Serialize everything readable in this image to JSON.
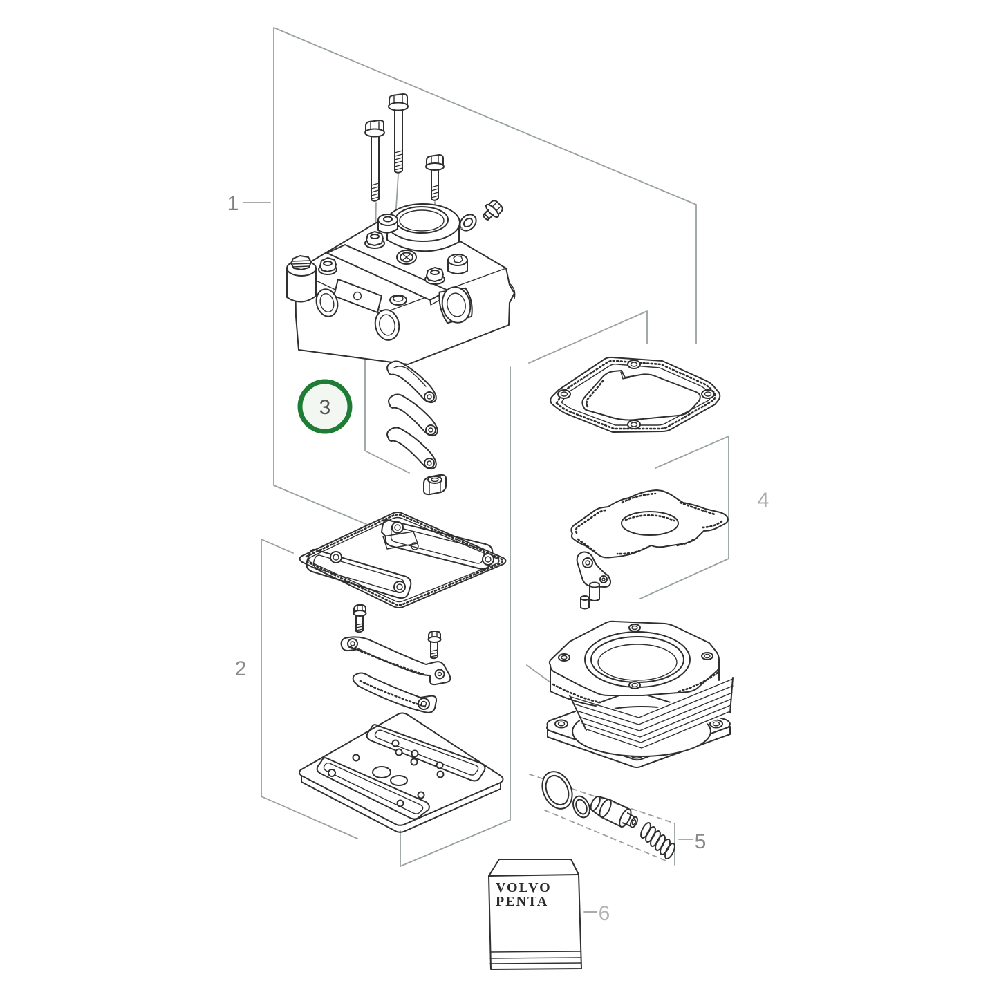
{
  "figure": {
    "type": "exploded-parts-diagram",
    "subject": "compressor-cylinder-head-assembly",
    "background": "#ffffff",
    "line_color": "#2f2f2f",
    "bracket_line_color": "#99a1a1"
  },
  "callouts": {
    "c1": {
      "label": "1",
      "color": "#808080",
      "highlighted": false
    },
    "c2": {
      "label": "2",
      "color": "#8a8a8a",
      "highlighted": false
    },
    "c3": {
      "label": "3",
      "color": "#555555",
      "highlighted": true,
      "ring_color": "#1e7c34",
      "ring_fill": "#f2f7f2"
    },
    "c4": {
      "label": "4",
      "color": "#adadad",
      "highlighted": false
    },
    "c5": {
      "label": "5",
      "color": "#8a8a8a",
      "highlighted": false
    },
    "c6": {
      "label": "6",
      "color": "#b2b2b2",
      "highlighted": false
    }
  },
  "parts_box": {
    "brand_line1": "VOLVO",
    "brand_line2": "PENTA"
  }
}
